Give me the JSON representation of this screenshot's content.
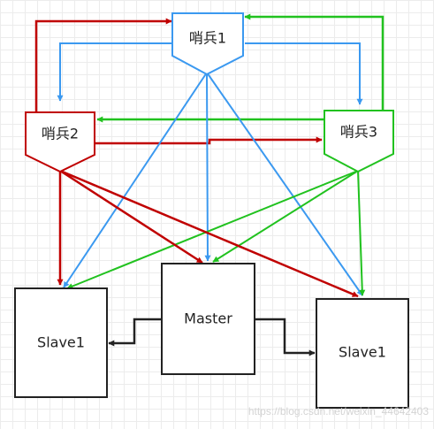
{
  "nodes": {
    "sentinel1": {
      "label": "哨兵1"
    },
    "sentinel2": {
      "label": "哨兵2"
    },
    "sentinel3": {
      "label": "哨兵3"
    },
    "master": {
      "label": "Master"
    },
    "slave_left": {
      "label": "Slave1"
    },
    "slave_right": {
      "label": "Slave1"
    }
  },
  "watermark": "https://blog.csdn.net/weixin_44642403",
  "colors": {
    "sentinel1": "#3b99f0",
    "sentinel2": "#c00000",
    "sentinel3": "#21c21f",
    "server": "#222222"
  },
  "edges": [
    {
      "from": "sentinel1",
      "to": "sentinel2"
    },
    {
      "from": "sentinel1",
      "to": "sentinel3"
    },
    {
      "from": "sentinel1",
      "to": "slave_left"
    },
    {
      "from": "sentinel1",
      "to": "master"
    },
    {
      "from": "sentinel1",
      "to": "slave_right"
    },
    {
      "from": "sentinel2",
      "to": "sentinel1"
    },
    {
      "from": "sentinel2",
      "to": "sentinel3"
    },
    {
      "from": "sentinel2",
      "to": "slave_left"
    },
    {
      "from": "sentinel2",
      "to": "master"
    },
    {
      "from": "sentinel2",
      "to": "slave_right"
    },
    {
      "from": "sentinel3",
      "to": "sentinel1"
    },
    {
      "from": "sentinel3",
      "to": "sentinel2"
    },
    {
      "from": "sentinel3",
      "to": "slave_left"
    },
    {
      "from": "sentinel3",
      "to": "master"
    },
    {
      "from": "sentinel3",
      "to": "slave_right"
    },
    {
      "from": "master",
      "to": "slave_left"
    },
    {
      "from": "master",
      "to": "slave_right"
    }
  ]
}
